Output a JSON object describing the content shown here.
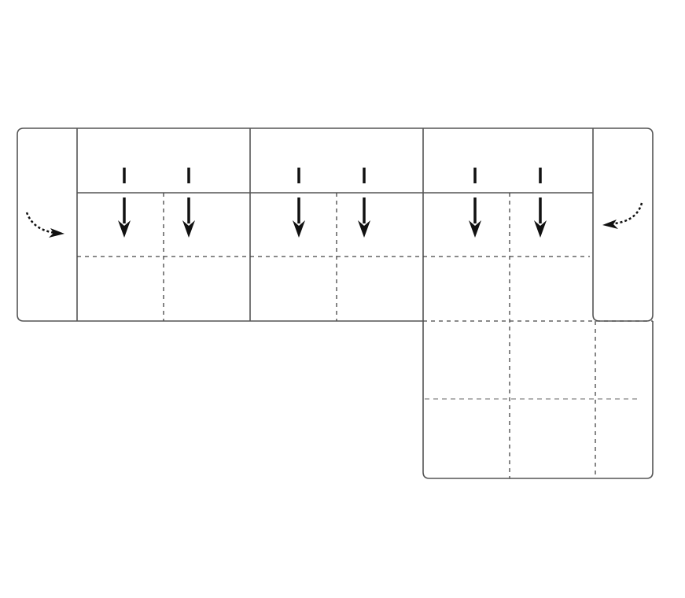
{
  "diagram": {
    "line_color": "#555555",
    "arrow_color": "#111111",
    "background": "#ffffff",
    "seat_count": 6,
    "modules": [
      "left-arm",
      "seat-1",
      "seat-2",
      "seat-3",
      "right-arm",
      "chaise"
    ]
  }
}
